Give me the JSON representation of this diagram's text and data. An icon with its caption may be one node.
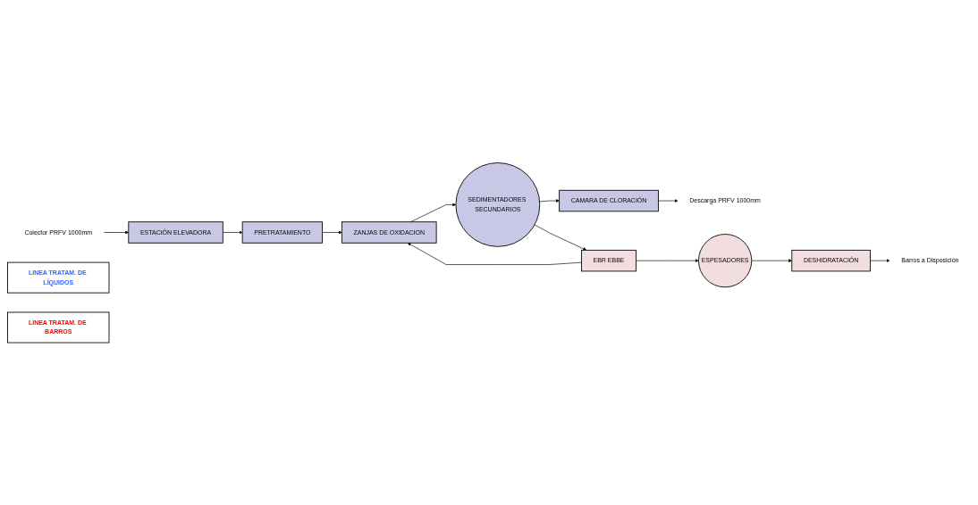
{
  "diagram": {
    "nodes": [
      {
        "text": [
          "ESTACIÓN ELEVADORA"
        ]
      },
      {
        "text": [
          "PRETRATAMIENTO"
        ]
      },
      {
        "text": [
          "ZANJAS DE OXIDACION"
        ]
      },
      {
        "text": [
          "SEDIMENTADORES SECUNDARIOS"
        ]
      },
      {
        "text": [
          "CAMARA DE CLORACIÓN"
        ]
      },
      {
        "text": [
          "EBR EBBE"
        ]
      },
      {
        "text": [
          "ESPESADORES"
        ]
      },
      {
        "text": [
          "DESHIDRATACIÓN"
        ]
      },
      {
        "text": [
          "Colector PRFV 1000mm"
        ]
      },
      {
        "text": [
          "Descarga PRFV 1000mm"
        ]
      },
      {
        "text": [
          "Barros a Disposición"
        ]
      },
      {
        "text": [
          "LINEA TRATAM. DE LÍQUIDOS"
        ]
      },
      {
        "text": [
          "LINEA TRATAM. DE BARROS"
        ]
      }
    ],
    "edges": [
      {
        "from": 8,
        "to": 0,
        "arrow": "to"
      },
      {
        "from": 0,
        "to": 1,
        "arrow": "to"
      },
      {
        "from": 1,
        "to": 2,
        "arrow": "to"
      },
      {
        "from": 2,
        "to": 3,
        "arrow": "to"
      },
      {
        "from": 3,
        "to": 4,
        "arrow": "to"
      },
      {
        "from": 4,
        "to": 9,
        "arrow": "to"
      },
      {
        "from": 3,
        "to": 5,
        "arrow": "to"
      },
      {
        "from": 5,
        "to": 2,
        "arrow": "to"
      },
      {
        "from": 5,
        "to": 6,
        "arrow": "to"
      },
      {
        "from": 6,
        "to": 7,
        "arrow": "to"
      },
      {
        "from": 7,
        "to": 10,
        "arrow": "to"
      }
    ]
  }
}
